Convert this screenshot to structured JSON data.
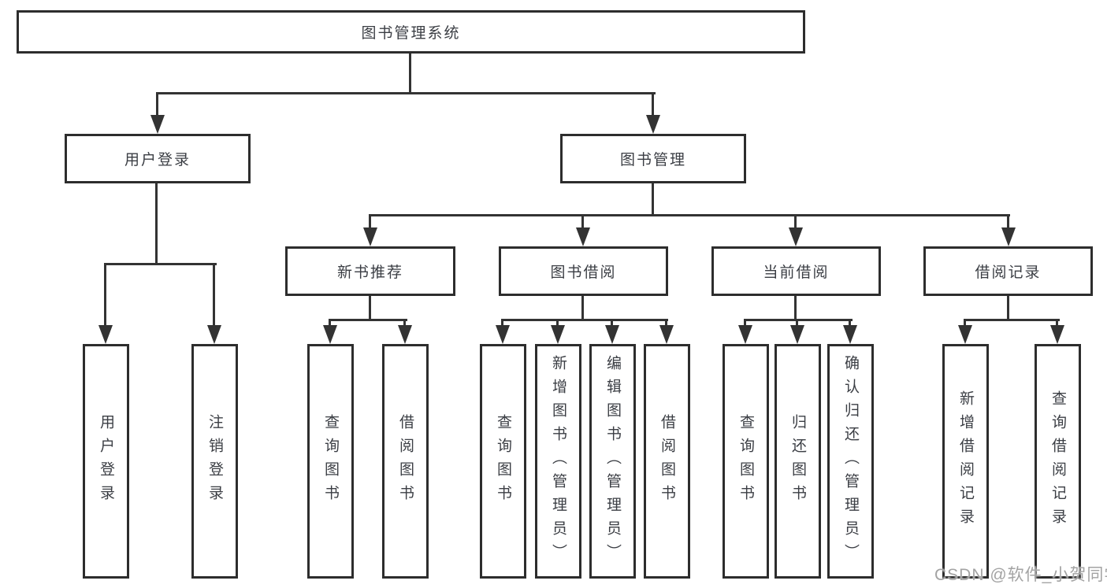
{
  "diagram": {
    "type": "hierarchy-tree",
    "title": "图书管理系统",
    "watermark": "CSDN @软件_小贺同学",
    "colors": {
      "background": "#ffffff",
      "box_border": "#2d2d2d",
      "connector_line": "#333333",
      "text": "#3b3e44",
      "watermark_text": "#a3a3a3"
    },
    "nodes": {
      "root": "图书管理系统",
      "user_login": "用户登录",
      "book_mgmt": "图书管理",
      "new_book_rec": "新书推荐",
      "book_borrow": "图书借阅",
      "current_borrow": "当前借阅",
      "borrow_records": "借阅记录",
      "ul_login": "用户登录",
      "ul_logout": "注销登录",
      "nr_query": "查询图书",
      "nr_borrow": "借阅图书",
      "bb_query": "查询图书",
      "bb_add": "新增图书（管理员）",
      "bb_edit": "编辑图书（管理员）",
      "bb_borrow": "借阅图书",
      "cb_query": "查询图书",
      "cb_return": "归还图书",
      "cb_confirm": "确认归还（管理员）",
      "br_add": "新增借阅记录",
      "br_query": "查询借阅记录"
    },
    "hierarchy": {
      "图书管理系统": {
        "用户登录": [
          "用户登录",
          "注销登录"
        ],
        "图书管理": {
          "新书推荐": [
            "查询图书",
            "借阅图书"
          ],
          "图书借阅": [
            "查询图书",
            "新增图书（管理员）",
            "编辑图书（管理员）",
            "借阅图书"
          ],
          "当前借阅": [
            "查询图书",
            "归还图书",
            "确认归还（管理员）"
          ],
          "借阅记录": [
            "新增借阅记录",
            "查询借阅记录"
          ]
        }
      }
    }
  }
}
